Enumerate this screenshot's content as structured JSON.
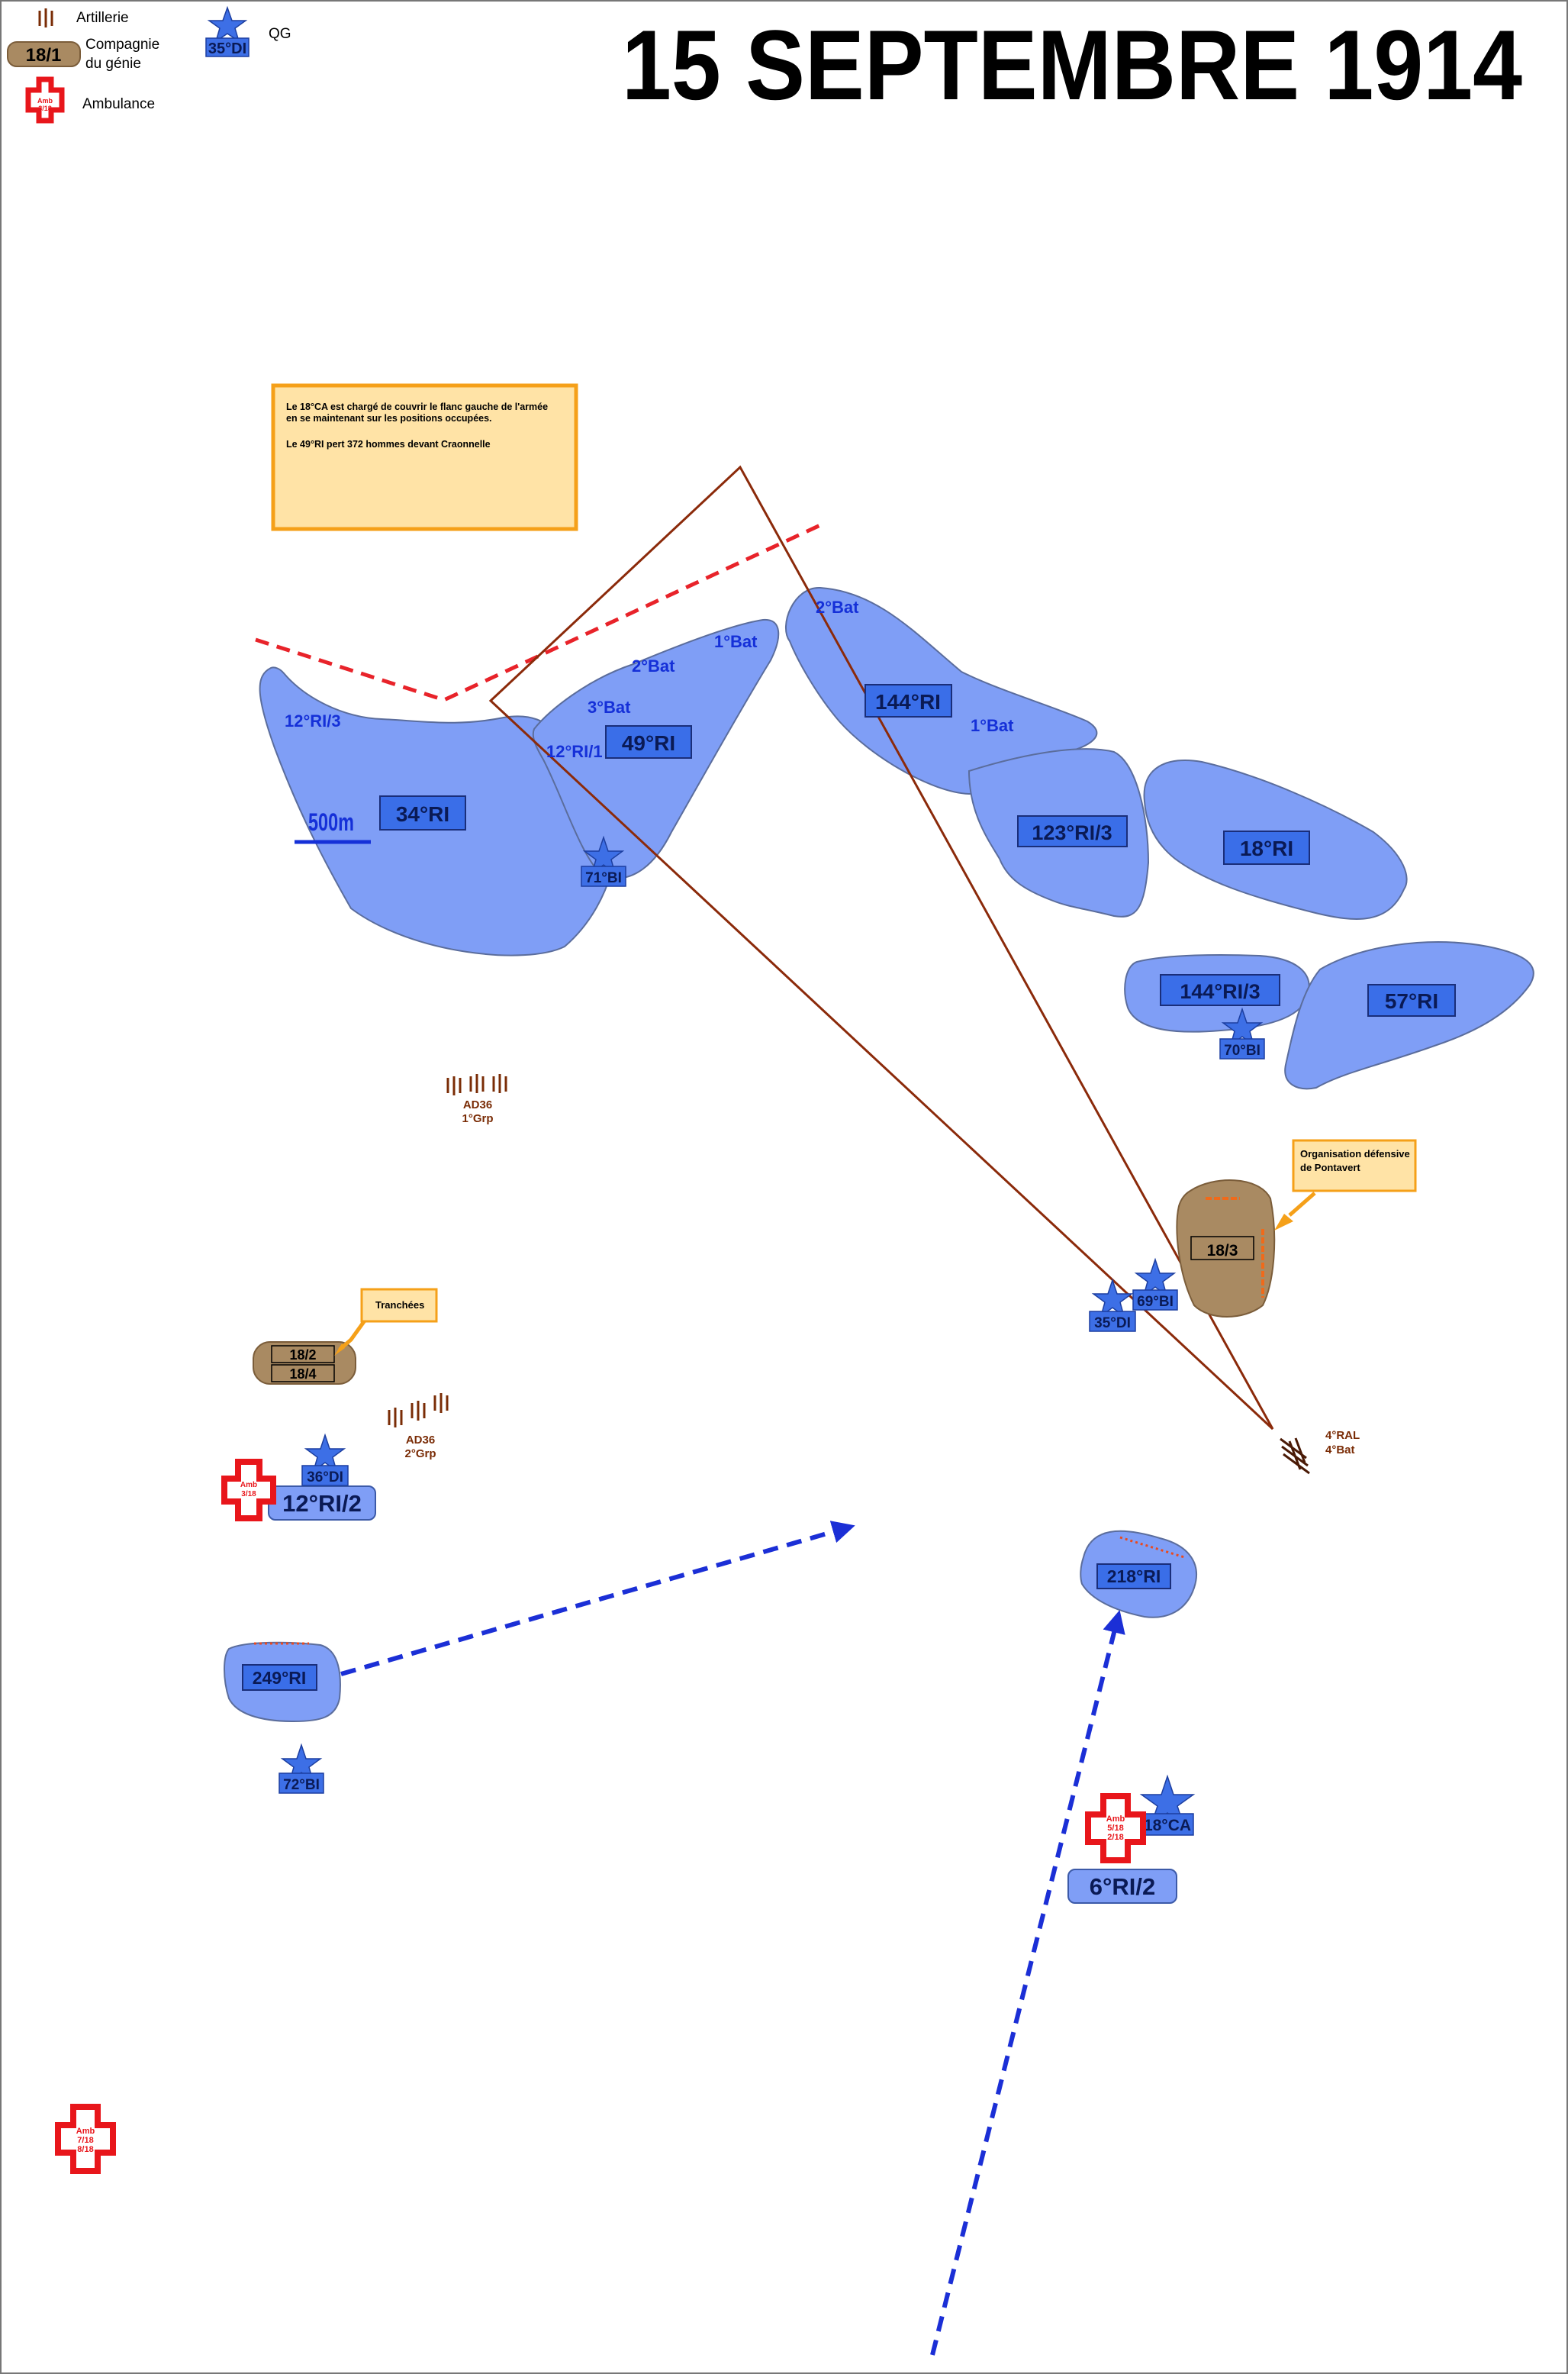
{
  "title": "15 SEPTEMBRE 1914",
  "legend": {
    "artillery": "Artillerie",
    "engineers_box": "18/1",
    "engineers_line1": "Compagnie",
    "engineers_line2": "du génie",
    "ambulance": "Ambulance",
    "ambulance_cross": "Amb\n3/18",
    "hq_box": "35°DI",
    "hq": "QG"
  },
  "info_box": {
    "line1": "Le 18°CA est chargé de couvrir le flanc gauche de l'armée",
    "line2": "en se maintenant sur les positions occupées.",
    "line3": "Le 49°RI pert 372 hommes devant Craonnelle"
  },
  "callouts": {
    "tranchees": "Tranchées",
    "pontavert_line1": "Organisation défensive",
    "pontavert_line2": "de Pontavert"
  },
  "scale": "500m",
  "units": {
    "ri34": "34°RI",
    "ri49": "49°RI",
    "ri144": "144°RI",
    "ri123_3": "123°RI/3",
    "ri18": "18°RI",
    "ri144_3": "144°RI/3",
    "ri57": "57°RI",
    "ri218": "218°RI",
    "ri249": "249°RI",
    "ri12_2": "12°RI/2",
    "ri6_2": "6°RI/2"
  },
  "sub_labels": {
    "ri12_3": "12°RI/3",
    "bat2_a": "2°Bat",
    "bat1_a": "1°Bat",
    "bat3": "3°Bat",
    "ri12_1": "12°RI/1",
    "bat2_b": "2°Bat",
    "bat1_b": "1°Bat"
  },
  "hq": {
    "bi71": "71°BI",
    "bi70": "70°BI",
    "bi69": "69°BI",
    "di35": "35°DI",
    "di36": "36°DI",
    "bi72": "72°BI",
    "ca18": "18°CA"
  },
  "engineers": {
    "c18_3": "18/3",
    "c18_2": "18/2",
    "c18_4": "18/4"
  },
  "artillery": {
    "ad36_1_line1": "AD36",
    "ad36_1_line2": "1°Grp",
    "ad36_2_line1": "AD36",
    "ad36_2_line2": "2°Grp",
    "ral4_line1": "4°RAL",
    "ral4_line2": "4°Bat"
  },
  "ambulances": {
    "amb_3_18": [
      "Amb",
      "3/18"
    ],
    "amb_5_18": [
      "Amb",
      "5/18",
      "2/18"
    ],
    "amb_7_18": [
      "Amb",
      "7/18",
      "8/18"
    ]
  },
  "colors": {
    "unit_fill": "#7f9ef6",
    "unit_box": "#3a6ee8",
    "hq_blue": "#3d6fe6",
    "engineer_brown": "#a98a62",
    "callout_fill": "#ffe3a6",
    "callout_border": "#f5a019",
    "red_line": "#e8232a",
    "arrow_blue": "#1b2fd6",
    "sector_line": "#8b2a0a",
    "artillery_brown": "#7a2c06",
    "ambulance_red": "#e8161b"
  }
}
